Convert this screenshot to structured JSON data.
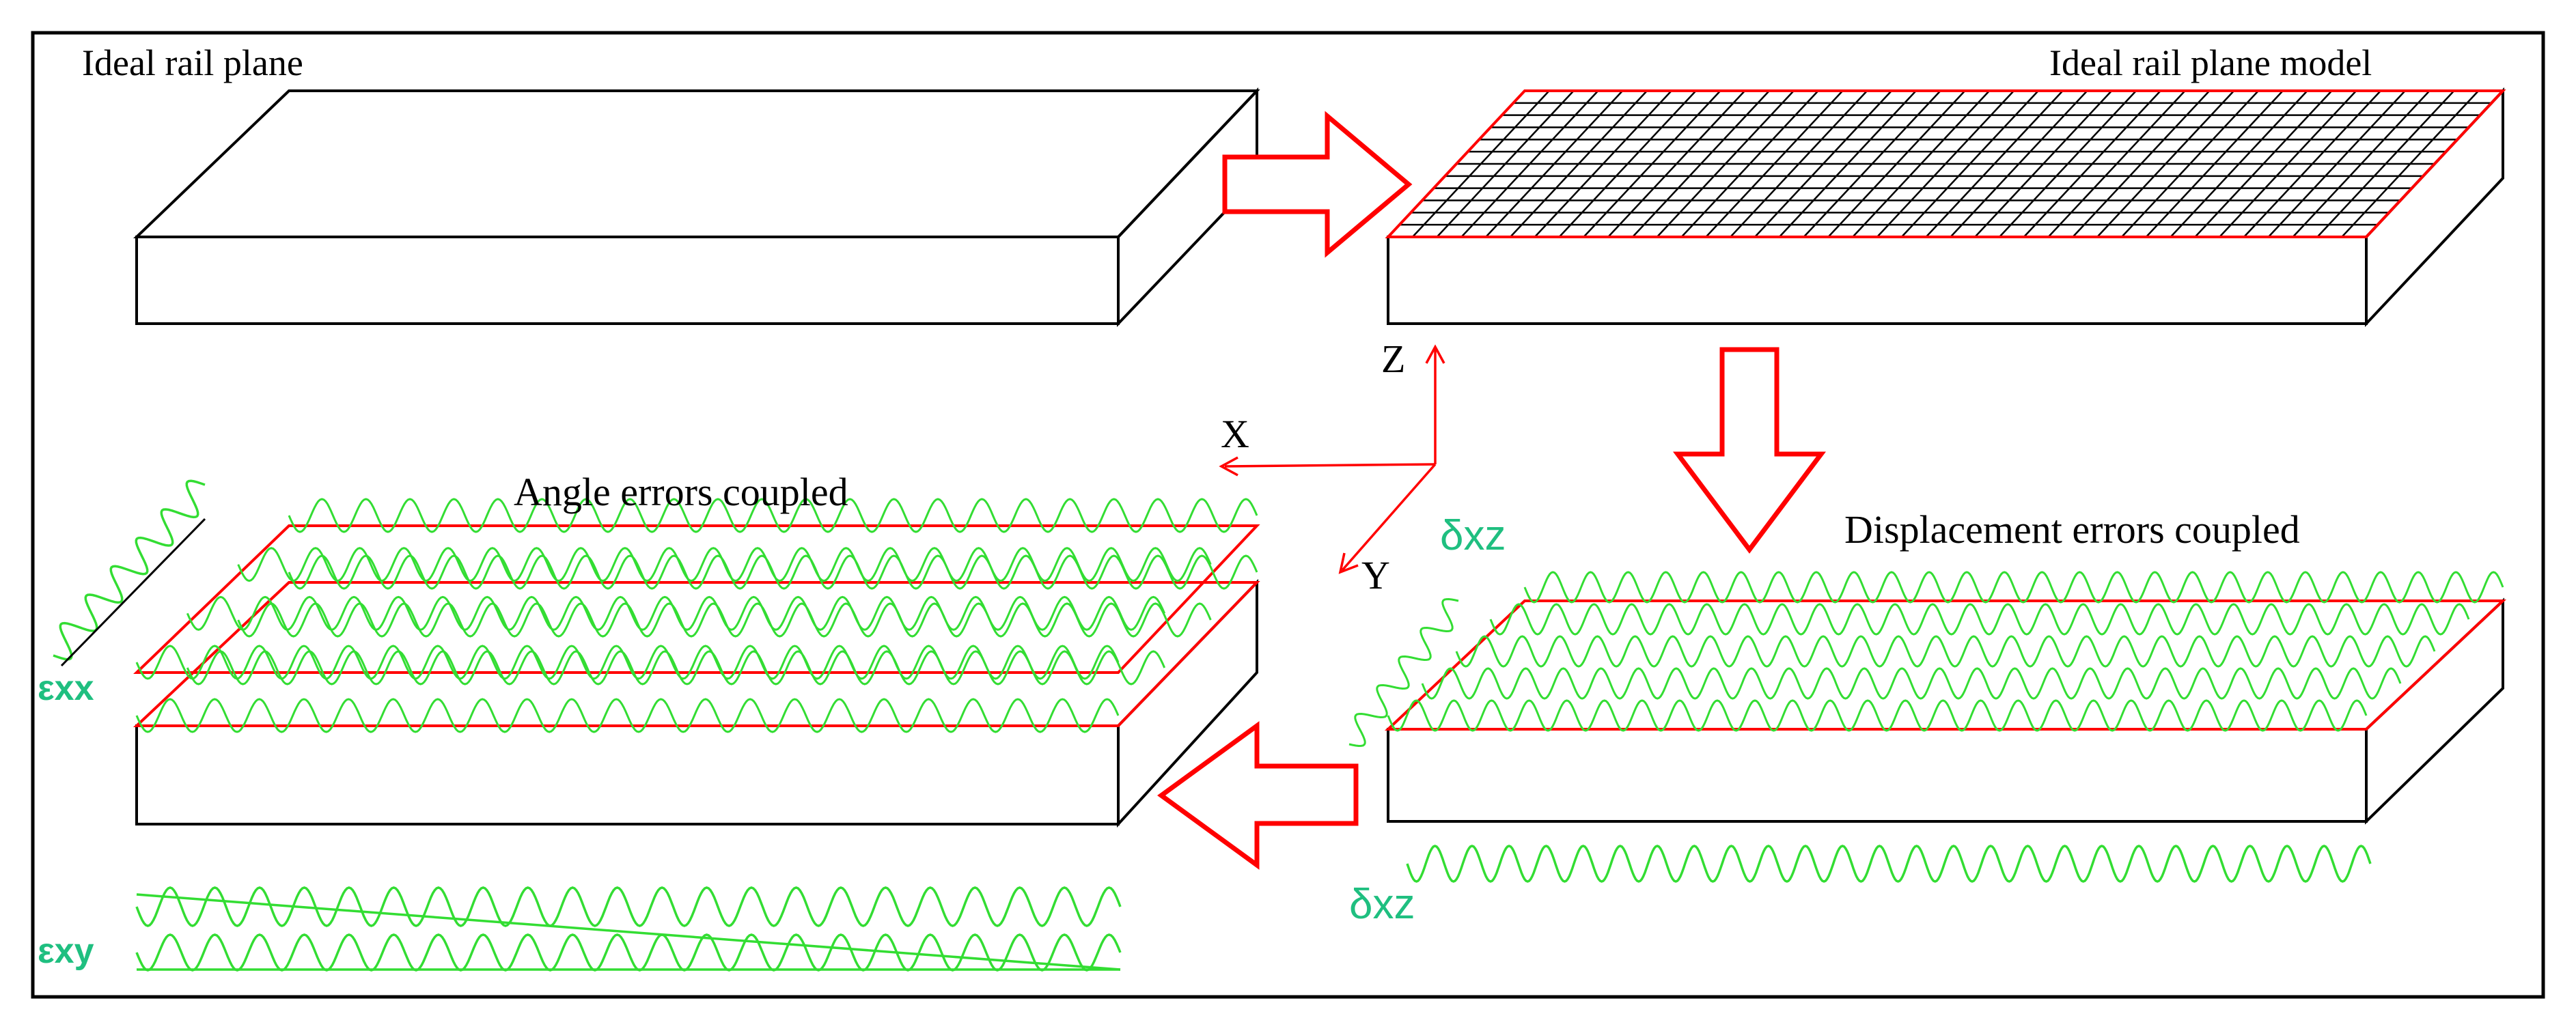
{
  "labels": {
    "ideal_rail_plane": "Ideal rail plane",
    "ideal_rail_plane_model": "Ideal rail plane model",
    "angle_errors_coupled": "Angle errors coupled",
    "displacement_errors_coupled": "Displacement errors coupled",
    "axis_x": "X",
    "axis_y": "Y",
    "axis_z": "Z",
    "delta_xz_top": "δxz",
    "delta_xz_bottom": "δxz",
    "epsilon_xx": "εxx",
    "epsilon_xy": "εxy"
  },
  "colors": {
    "outline": "#000000",
    "arrow": "#ff0000",
    "wave": "#33dd33",
    "symbol": "#1fbf80"
  }
}
